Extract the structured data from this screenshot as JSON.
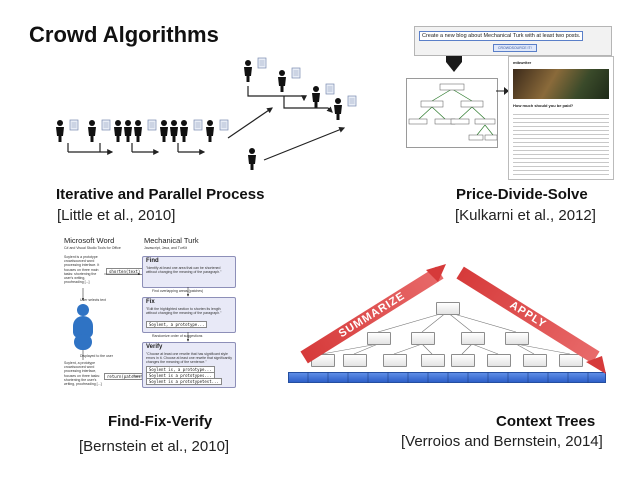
{
  "slide_title": "Crowd Algorithms",
  "iterative": {
    "caption": "Iterative and Parallel Process",
    "reference": "[Little et al., 2010]"
  },
  "price": {
    "caption": "Price-Divide-Solve",
    "reference": "[Kulkarni et al., 2012]",
    "prompt": "Create a new blog about Mechanical Turk with at least two posts.",
    "button": "CROWDSOURCE IT!",
    "site_name": "mtbwriter",
    "post_heading": "How much should you be paid?"
  },
  "ffv": {
    "caption": "Find-Fix-Verify",
    "reference": "[Bernstein et al., 2010]",
    "word_title": "Microsoft Word",
    "word_sub": "C# and Visual Studio Tools for Office",
    "mturk_title": "Mechanical Turk",
    "mturk_sub": "Javascript, Java, and TurKit",
    "user_text_1": "Soylent is a prototype crowdsourced word processing interface. It focuses on three main tasks: shortening the user's writing, proofreading [...]",
    "user_selects": "User selects text",
    "shorten": "shorten(text)",
    "find": "Find",
    "find_text": "\"Identify at least one area that can be shortened without changing the meaning of the paragraph.\"",
    "find_overlap": "Find overlapping areas (patches)",
    "fix": "Fix",
    "fix_text": "\"Edit the highlighted section to shorten its length without changing the meaning of the paragraph.\"",
    "fix_code": "Soylent, a prototype...",
    "randomize": "Randomize order of suggestions",
    "verify": "Verify",
    "verify_text": "\"Choose at least one rewrite that has significant style errors in it. Choose at least one rewrite that significantly changes the meaning of the sentence.\"",
    "verify_code_1": "Soylent is, a prototype...",
    "verify_code_2": "Soylent is a prototypes...",
    "verify_code_3": "Soylent is a prototypetest...",
    "displayed": "Displayed to the user",
    "return": "return(patches)",
    "user_text_2": "Soylent, a prototype crowdsourced word processing interface, focuses on three tasks: shortening the user's writing, proofreading [...]"
  },
  "context": {
    "caption": "Context Trees",
    "reference": "[Verroios and Bernstein, 2014]",
    "summarize": "SUMMARIZE",
    "apply": "APPLY"
  }
}
